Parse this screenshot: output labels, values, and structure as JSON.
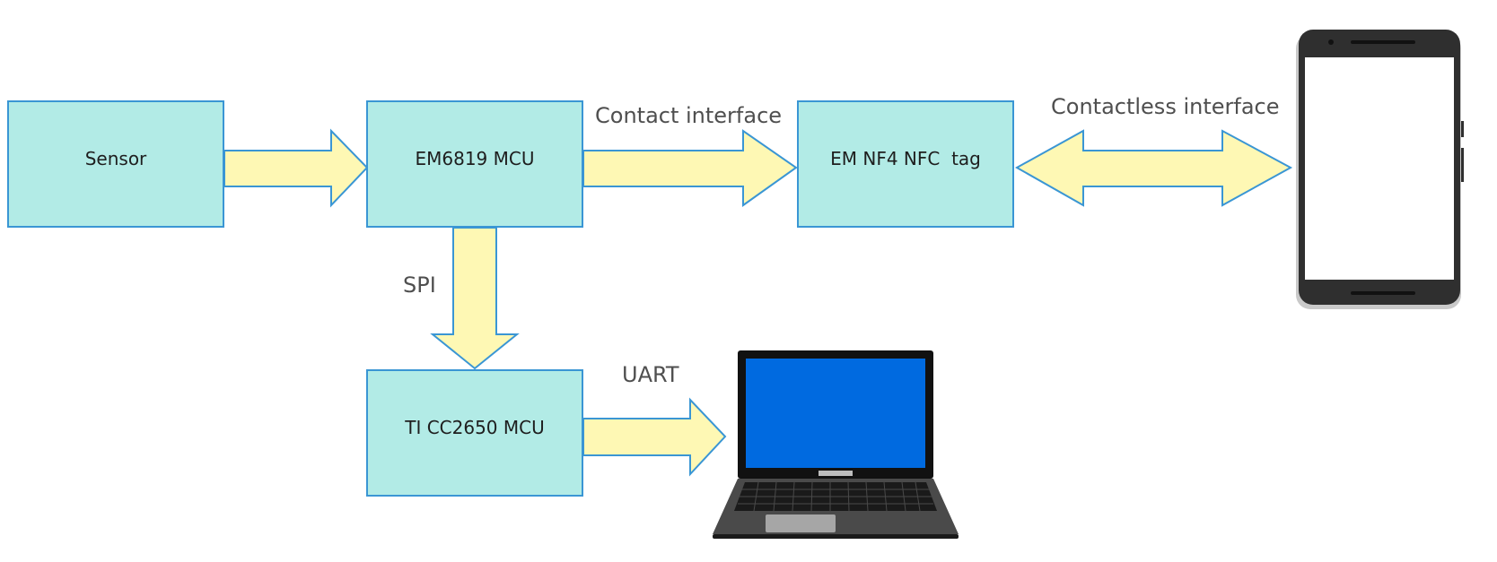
{
  "diagram": {
    "type": "block-diagram",
    "colors": {
      "box_fill": "#b2ebe6",
      "box_stroke": "#3a96d4",
      "arrow_fill": "#fef8b4",
      "arrow_stroke": "#3a96d4",
      "laptop_screen": "#006ae0",
      "device_body": "#2e2e2e"
    },
    "nodes": [
      {
        "id": "sensor",
        "label": "Sensor"
      },
      {
        "id": "em6819",
        "label": "EM6819 MCU"
      },
      {
        "id": "nfc-tag",
        "label": "EM NF4 NFC  tag"
      },
      {
        "id": "cc2650",
        "label": "TI CC2650 MCU"
      },
      {
        "id": "smartphone",
        "label": "",
        "icon": "smartphone-icon"
      },
      {
        "id": "laptop",
        "label": "",
        "icon": "laptop-icon"
      }
    ],
    "edges": [
      {
        "from": "sensor",
        "to": "em6819",
        "label": "",
        "direction": "one-way"
      },
      {
        "from": "em6819",
        "to": "nfc-tag",
        "label": "Contact interface",
        "direction": "one-way"
      },
      {
        "from": "nfc-tag",
        "to": "smartphone",
        "label": "Contactless interface",
        "direction": "two-way"
      },
      {
        "from": "em6819",
        "to": "cc2650",
        "label": "SPI",
        "direction": "one-way"
      },
      {
        "from": "cc2650",
        "to": "laptop",
        "label": "UART",
        "direction": "one-way"
      }
    ]
  }
}
